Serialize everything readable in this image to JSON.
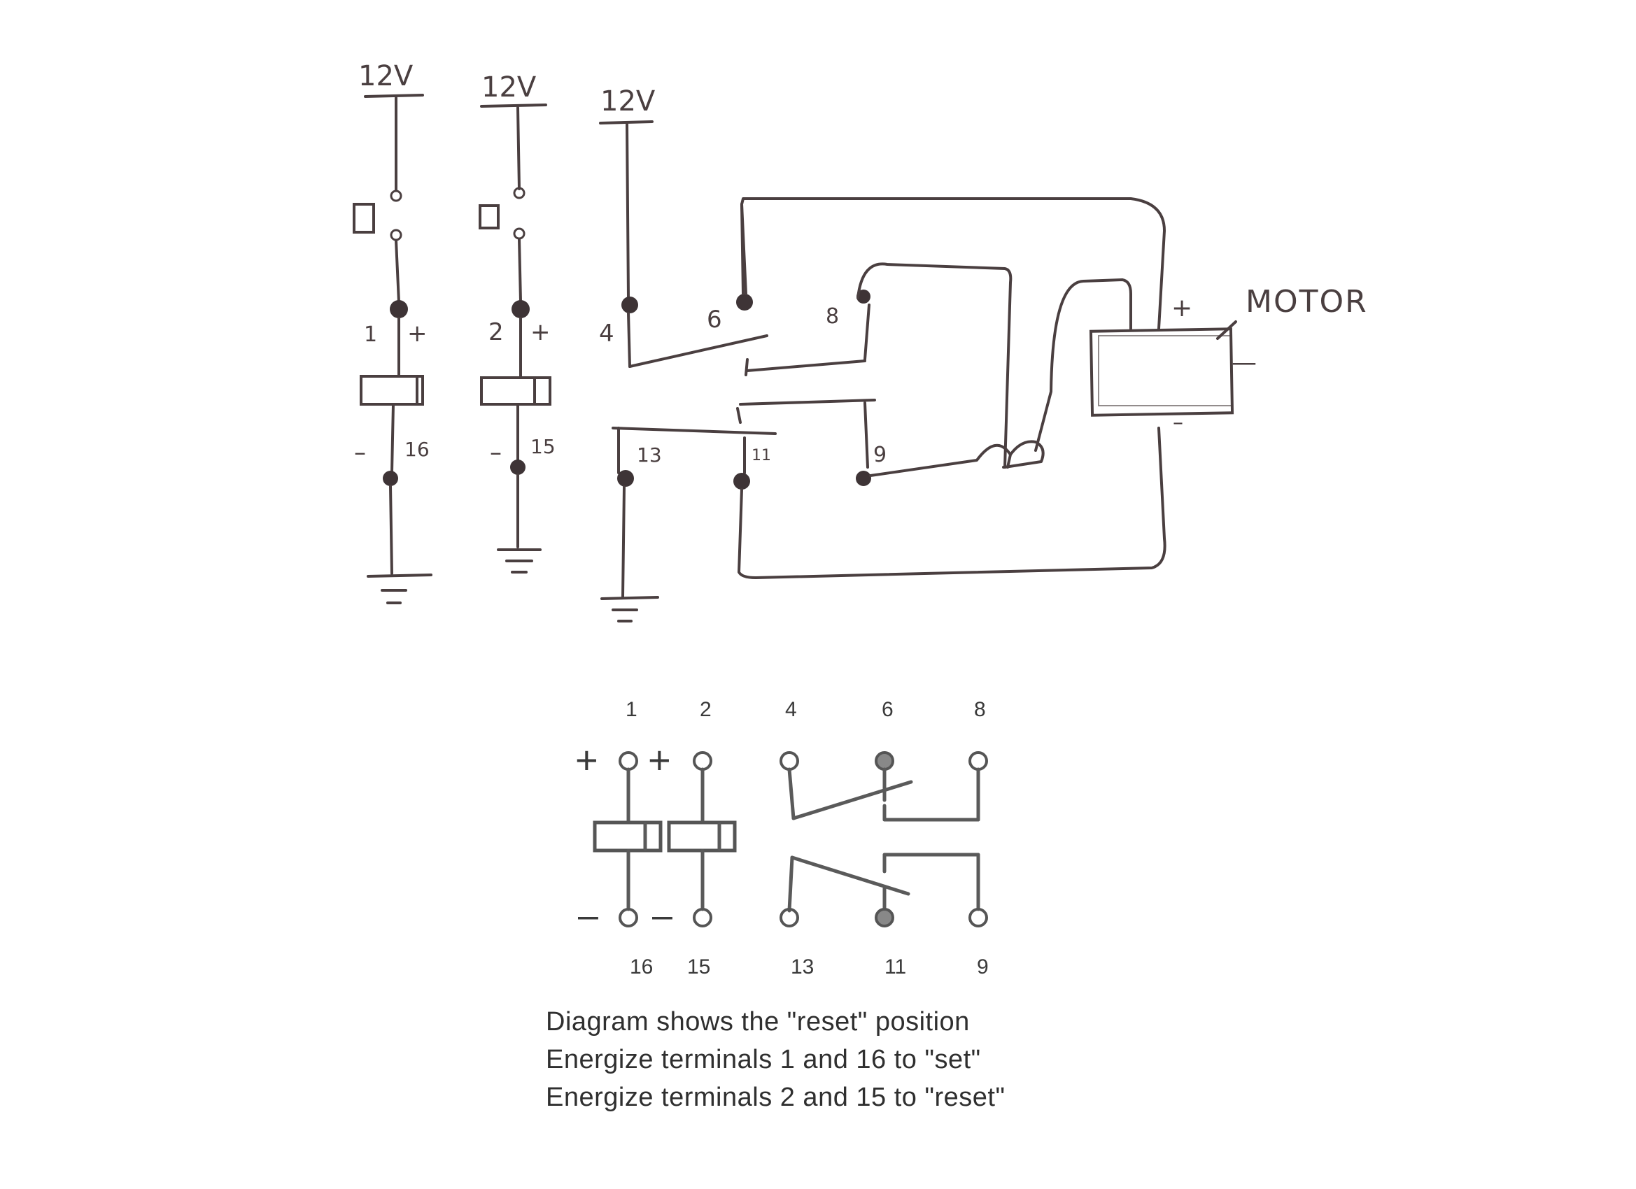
{
  "sketch": {
    "supply_labels": [
      "12V",
      "12V",
      "12V"
    ],
    "terminal_labels": {
      "t1": "1",
      "t2": "2",
      "t4": "4",
      "t6": "6",
      "t8": "8",
      "t16": "16",
      "t15": "15",
      "t13": "13",
      "t11": "11",
      "t9": "9"
    },
    "plus_sign": "+",
    "minus_sign": "–",
    "motor_label": "MOTOR",
    "motor_minus": "—"
  },
  "relay": {
    "top_pins": [
      "1",
      "2",
      "4",
      "6",
      "8"
    ],
    "bottom_pins": [
      "16",
      "15",
      "13",
      "11",
      "9"
    ],
    "plus_sign": "+",
    "minus_sign": "–"
  },
  "notes": [
    "Diagram shows the \"reset\" position",
    "Energize terminals 1 and 16 to \"set\"",
    "Energize terminals 2 and 15 to \"reset\""
  ]
}
